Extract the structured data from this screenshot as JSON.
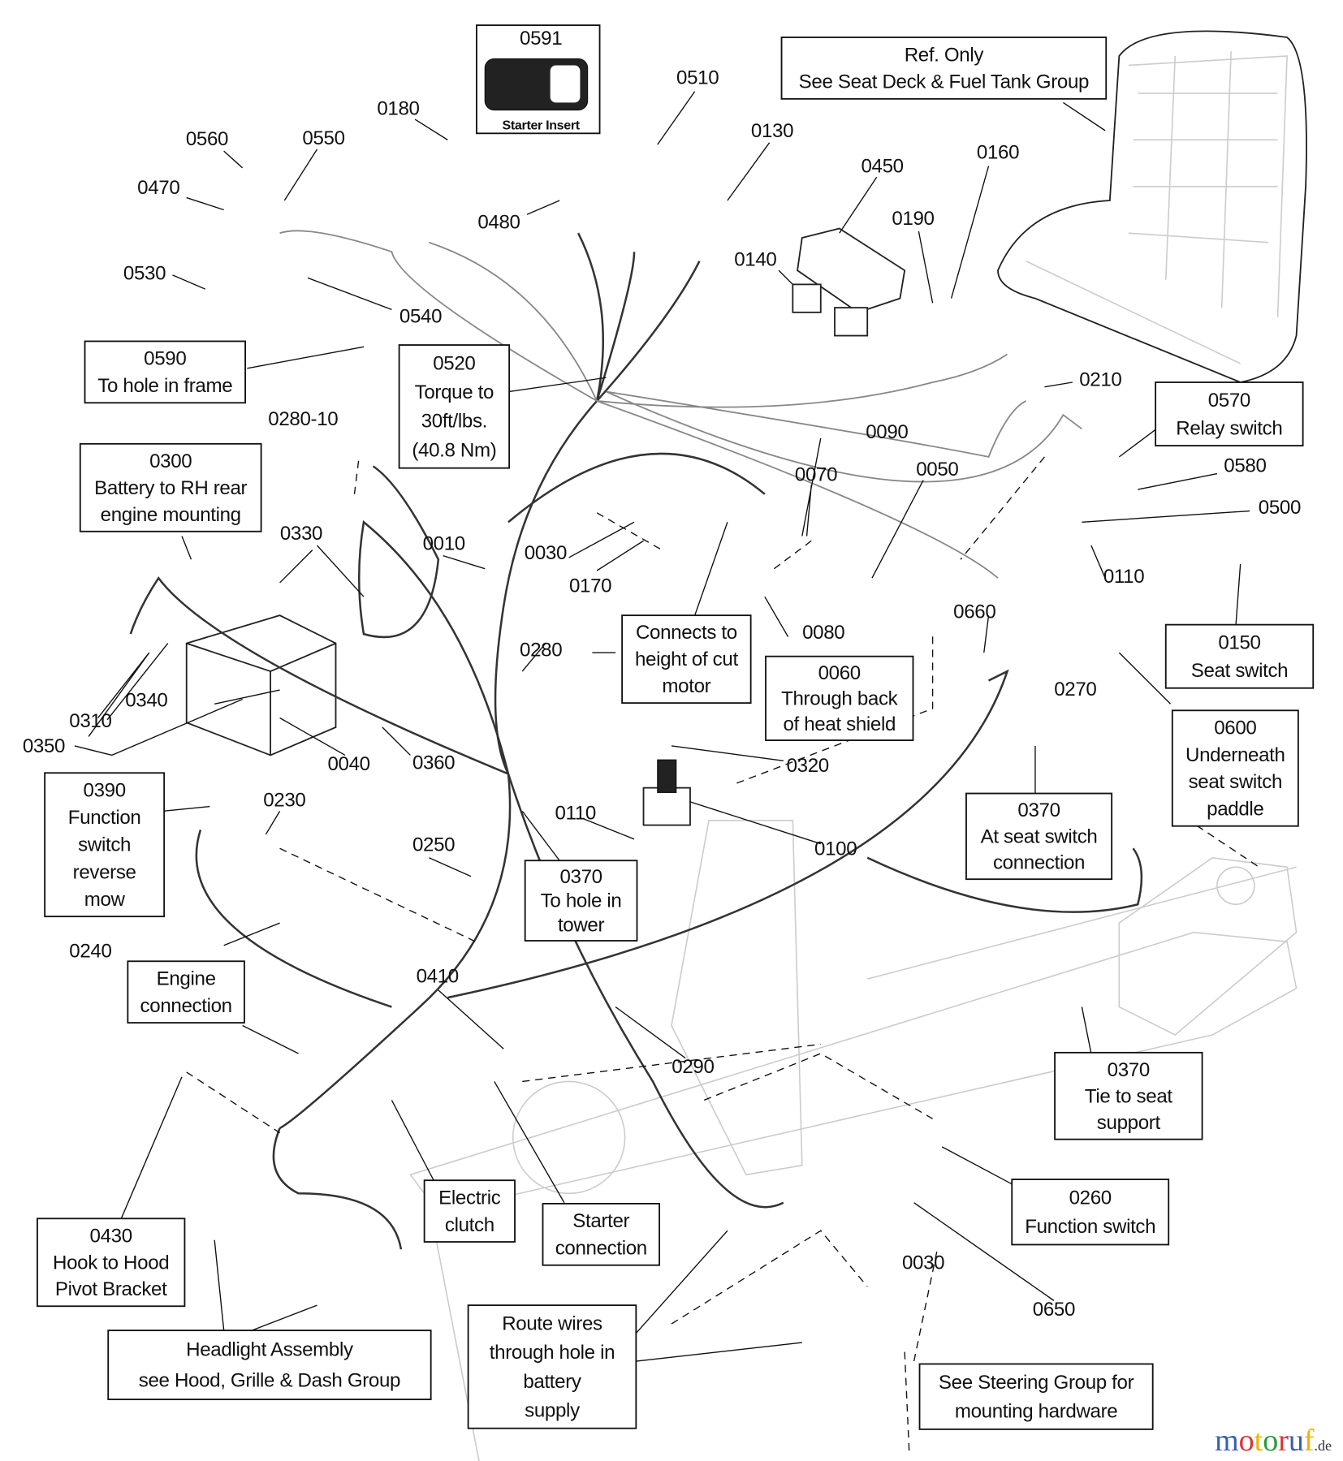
{
  "callouts": [
    "0591",
    "0180",
    "0560",
    "0550",
    "0470",
    "0510",
    "0130",
    "0450",
    "0160",
    "0190",
    "0480",
    "0140",
    "0530",
    "0540",
    "0210",
    "0280-10",
    "0090",
    "0580",
    "0050",
    "0070",
    "0500",
    "0330",
    "0010",
    "0030",
    "0110",
    "0170",
    "0660",
    "0080",
    "0280",
    "0270",
    "0340",
    "0310",
    "0350",
    "0040",
    "0360",
    "0320",
    "0230",
    "0110",
    "0250",
    "0100",
    "0240",
    "0410",
    "0290",
    "0030",
    "0650"
  ],
  "starter_insert_label": "Starter Insert",
  "boxes": [
    {
      "lines": [
        "Ref. Only",
        "See Seat Deck & Fuel Tank Group"
      ]
    },
    {
      "lines": [
        "0590",
        "To hole in frame"
      ]
    },
    {
      "lines": [
        "0520",
        "Torque to",
        "30ft/lbs.",
        "(40.8 Nm)"
      ]
    },
    {
      "lines": [
        "0300",
        "Battery to RH rear",
        "engine mounting"
      ]
    },
    {
      "lines": [
        "0570",
        "Relay switch"
      ]
    },
    {
      "lines": [
        "0150",
        "Seat switch"
      ]
    },
    {
      "lines": [
        "Connects to",
        "height of cut",
        "motor"
      ]
    },
    {
      "lines": [
        "0060",
        "Through back",
        "of heat shield"
      ]
    },
    {
      "lines": [
        "0600",
        "Underneath",
        "seat switch",
        "paddle"
      ]
    },
    {
      "lines": [
        "0390",
        "Function",
        "switch",
        "reverse",
        "mow"
      ]
    },
    {
      "lines": [
        "0370",
        "At seat switch",
        "connection"
      ]
    },
    {
      "lines": [
        "0370",
        "To hole in",
        "tower"
      ]
    },
    {
      "lines": [
        "Engine",
        "connection"
      ]
    },
    {
      "lines": [
        "0370",
        "Tie to seat",
        "support"
      ]
    },
    {
      "lines": [
        "0260",
        "Function switch"
      ]
    },
    {
      "lines": [
        "Electric",
        "clutch"
      ]
    },
    {
      "lines": [
        "Starter",
        "connection"
      ]
    },
    {
      "lines": [
        "0430",
        "Hook to Hood",
        "Pivot Bracket"
      ]
    },
    {
      "lines": [
        "Headlight Assembly",
        "see Hood, Grille & Dash Group"
      ]
    },
    {
      "lines": [
        "Route wires",
        "through hole in",
        "battery",
        "supply"
      ]
    },
    {
      "lines": [
        "See Steering Group for",
        "mounting hardware"
      ]
    }
  ],
  "watermark": {
    "text": "motoruf",
    "suffix": ".de",
    "colors": [
      "#3b5fb0",
      "#d33",
      "#f2b400",
      "#2a9d3a",
      "#d33",
      "#3b5fb0",
      "#f2b400"
    ]
  }
}
